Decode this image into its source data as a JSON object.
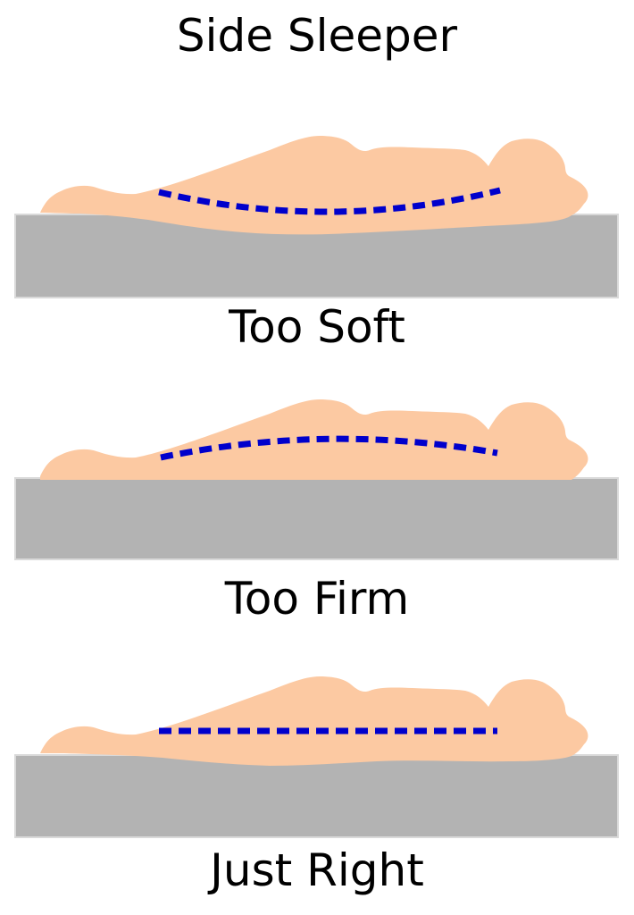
{
  "title": "Side Sleeper",
  "panels": [
    {
      "id": "too-soft",
      "label": "Too Soft",
      "spine_shape": "spine line sags downward",
      "body_position": "body sinks into mattress"
    },
    {
      "id": "too-firm",
      "label": "Too Firm",
      "spine_shape": "spine line arches upward",
      "body_position": "body rests on flat rigid surface"
    },
    {
      "id": "just-right",
      "label": "Just Right",
      "spine_shape": "spine line straight and level",
      "body_position": "mattress lightly contours body"
    }
  ],
  "colors": {
    "background": "#FFFFFF",
    "body": "#FCC9A2",
    "mattress": "#B3B3B3",
    "mattress_edge": "#D9D9D9",
    "spine_line": "#0000CC",
    "text": "#000000"
  }
}
